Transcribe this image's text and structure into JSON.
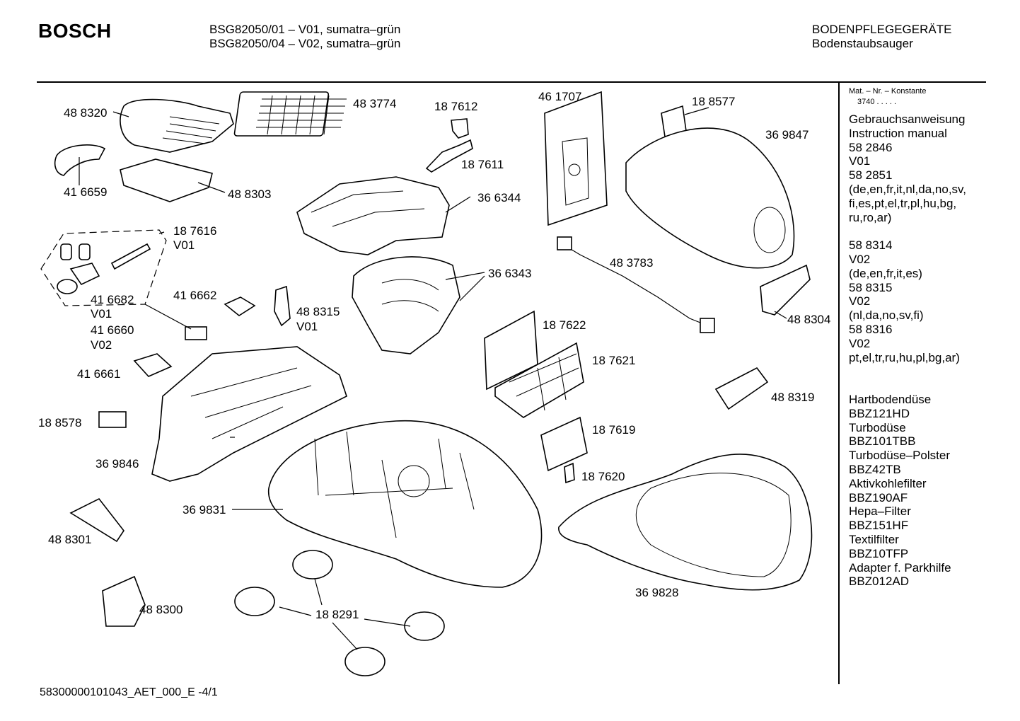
{
  "header": {
    "brand": "BOSCH",
    "model_line_1": "BSG82050/01  – V01, sumatra–grün",
    "model_line_2": "BSG82050/04  – V02, sumatra–grün",
    "category": "BODENPFLEGEGERÄTE",
    "subcategory": "Bodenstaubsauger"
  },
  "side_panel": {
    "mat_header": "Mat. – Nr. – Konstante",
    "mat_value": "3740  .  .  .  .  .",
    "lines": [
      "Gebrauchsanweisung",
      "Instruction manual",
      "58 2846",
      "V01",
      "58 2851",
      "(de,en,fr,it,nl,da,no,sv,",
      "fi,es,pt,el,tr,pl,hu,bg,",
      "ru,ro,ar)",
      "",
      "58 8314",
      "V02",
      "(de,en,fr,it,es)",
      "58 8315",
      "V02",
      "(nl,da,no,sv,fi)",
      "58 8316",
      "V02",
      "pt,el,tr,ru,hu,pl,bg,ar)",
      "",
      "",
      "Hartbodendüse",
      "BBZ121HD",
      "Turbodüse",
      "BBZ101TBB",
      "Turbodüse–Polster",
      "BBZ42TB",
      "Aktivkohlefilter",
      "BBZ190AF",
      "Hepa–Filter",
      "BBZ151HF",
      "Textilfilter",
      "BBZ10TFP",
      "Adapter f. Parkhilfe",
      "BBZ012AD"
    ]
  },
  "callouts": {
    "c488320": "48 8320",
    "c416659": "41 6659",
    "c488303": "48 8303",
    "c483774": "48 3774",
    "c187612": "18 7612",
    "c187611": "18 7611",
    "c461707": "46 1707",
    "c188577": "18 8577",
    "c369847": "36 9847",
    "c366344": "36 6344",
    "c187616": "18 7616",
    "c187616v": "V01",
    "c366343": "36 6343",
    "c483783": "48 3783",
    "c416682": "41 6682",
    "c416682v": "V01",
    "c416660": "41 6660",
    "c416660v": "V02",
    "c416662": "41 6662",
    "c488315": "48 8315",
    "c488315v": "V01",
    "c187622": "18 7622",
    "c488304": "48 8304",
    "c187621": "18 7621",
    "c416661": "41 6661",
    "c488319": "48 8319",
    "c188578": "18 8578",
    "c187619": "18 7619",
    "c369846": "36 9846",
    "c187620": "18 7620",
    "c369831": "36 9831",
    "c488301": "48 8301",
    "c369828": "36 9828",
    "c488300": "48 8300",
    "c188291": "18 8291"
  },
  "footer": "58300000101043_AET_000_E    -4/1"
}
